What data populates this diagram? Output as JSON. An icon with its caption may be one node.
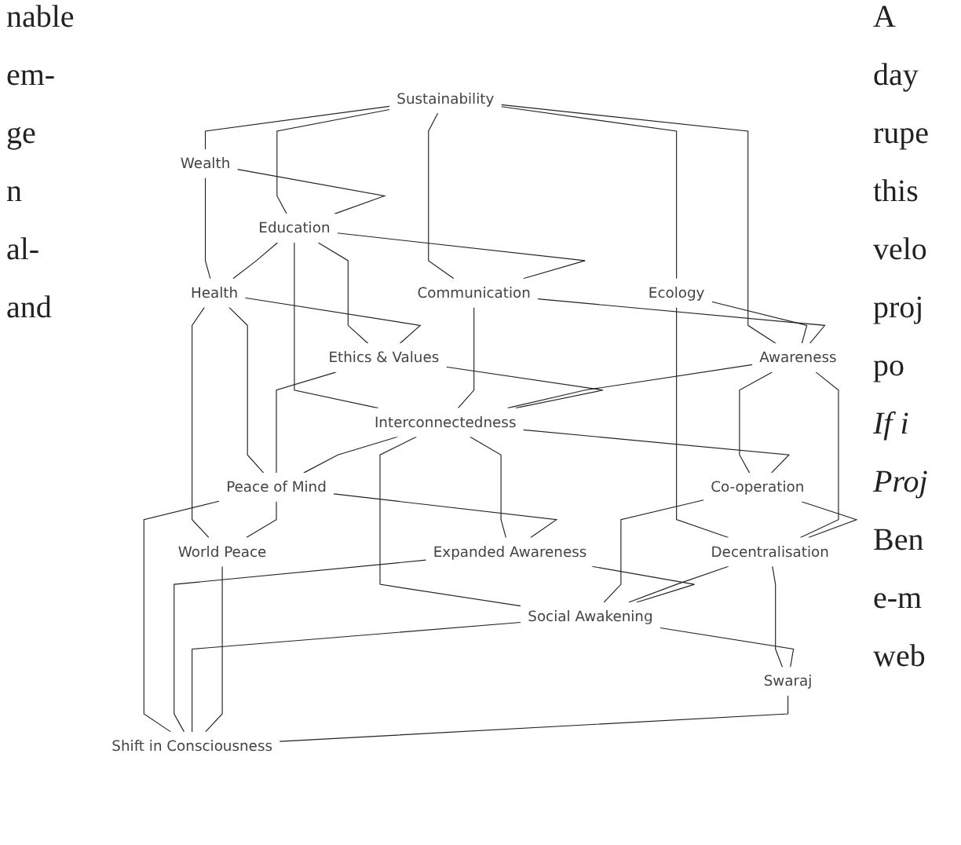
{
  "diagram": {
    "nodes": [
      {
        "text": [
          "Sustainability"
        ]
      },
      {
        "text": [
          "Wealth"
        ]
      },
      {
        "text": [
          "Ecology"
        ]
      },
      {
        "text": [
          "Education"
        ]
      },
      {
        "text": [
          "Communication"
        ]
      },
      {
        "text": [
          "Awareness"
        ]
      },
      {
        "text": [
          "Health"
        ]
      },
      {
        "text": [
          "Ethics & Values"
        ]
      },
      {
        "text": [
          "Interconnectedness"
        ]
      },
      {
        "text": [
          "Co-operation"
        ]
      },
      {
        "text": [
          "Decentralisation"
        ]
      },
      {
        "text": [
          "Peace of Mind"
        ]
      },
      {
        "text": [
          "Expanded Awareness"
        ]
      },
      {
        "text": [
          "Social Awakening"
        ]
      },
      {
        "text": [
          "World Peace"
        ]
      },
      {
        "text": [
          "Swaraj"
        ]
      },
      {
        "text": [
          "Shift in Consciousness"
        ]
      }
    ],
    "edges": [
      {
        "from": 0,
        "to": 1,
        "arrow": "none"
      },
      {
        "from": 0,
        "to": 3,
        "arrow": "none"
      },
      {
        "from": 0,
        "to": 4,
        "arrow": "none"
      },
      {
        "from": 0,
        "to": 5,
        "arrow": "none"
      },
      {
        "from": 0,
        "to": 2,
        "arrow": "none"
      },
      {
        "from": 1,
        "to": 6,
        "arrow": "none"
      },
      {
        "from": 1,
        "to": 3,
        "arrow": "none"
      },
      {
        "from": 2,
        "to": 5,
        "arrow": "none"
      },
      {
        "from": 2,
        "to": 10,
        "arrow": "none"
      },
      {
        "from": 3,
        "to": 4,
        "arrow": "none"
      },
      {
        "from": 4,
        "to": 5,
        "arrow": "none"
      },
      {
        "from": 3,
        "to": 6,
        "arrow": "none"
      },
      {
        "from": 3,
        "to": 7,
        "arrow": "none"
      },
      {
        "from": 3,
        "to": 8,
        "arrow": "none"
      },
      {
        "from": 4,
        "to": 8,
        "arrow": "none"
      },
      {
        "from": 5,
        "to": 8,
        "arrow": "none"
      },
      {
        "from": 5,
        "to": 9,
        "arrow": "none"
      },
      {
        "from": 5,
        "to": 10,
        "arrow": "none"
      },
      {
        "from": 6,
        "to": 7,
        "arrow": "none"
      },
      {
        "from": 7,
        "to": 8,
        "arrow": "none"
      },
      {
        "from": 8,
        "to": 9,
        "arrow": "none"
      },
      {
        "from": 9,
        "to": 10,
        "arrow": "none"
      },
      {
        "from": 6,
        "to": 11,
        "arrow": "none"
      },
      {
        "from": 6,
        "to": 14,
        "arrow": "none"
      },
      {
        "from": 7,
        "to": 11,
        "arrow": "none"
      },
      {
        "from": 8,
        "to": 11,
        "arrow": "none"
      },
      {
        "from": 8,
        "to": 12,
        "arrow": "none"
      },
      {
        "from": 8,
        "to": 13,
        "arrow": "none"
      },
      {
        "from": 9,
        "to": 13,
        "arrow": "none"
      },
      {
        "from": 10,
        "to": 13,
        "arrow": "none"
      },
      {
        "from": 10,
        "to": 15,
        "arrow": "none"
      },
      {
        "from": 11,
        "to": 12,
        "arrow": "none"
      },
      {
        "from": 12,
        "to": 13,
        "arrow": "none"
      },
      {
        "from": 11,
        "to": 14,
        "arrow": "none"
      },
      {
        "from": 11,
        "to": 16,
        "arrow": "none"
      },
      {
        "from": 12,
        "to": 16,
        "arrow": "none"
      },
      {
        "from": 13,
        "to": 15,
        "arrow": "none"
      },
      {
        "from": 13,
        "to": 16,
        "arrow": "none"
      },
      {
        "from": 14,
        "to": 16,
        "arrow": "none"
      },
      {
        "from": 15,
        "to": 16,
        "arrow": "none"
      }
    ],
    "labels": [
      "nable",
      "em-",
      "ge",
      "n",
      "al-",
      "and",
      "A",
      "day",
      "rupe",
      "this",
      "velo",
      "proj",
      "po",
      "If i",
      "Proj",
      "Ben",
      "e-m",
      "web"
    ]
  }
}
